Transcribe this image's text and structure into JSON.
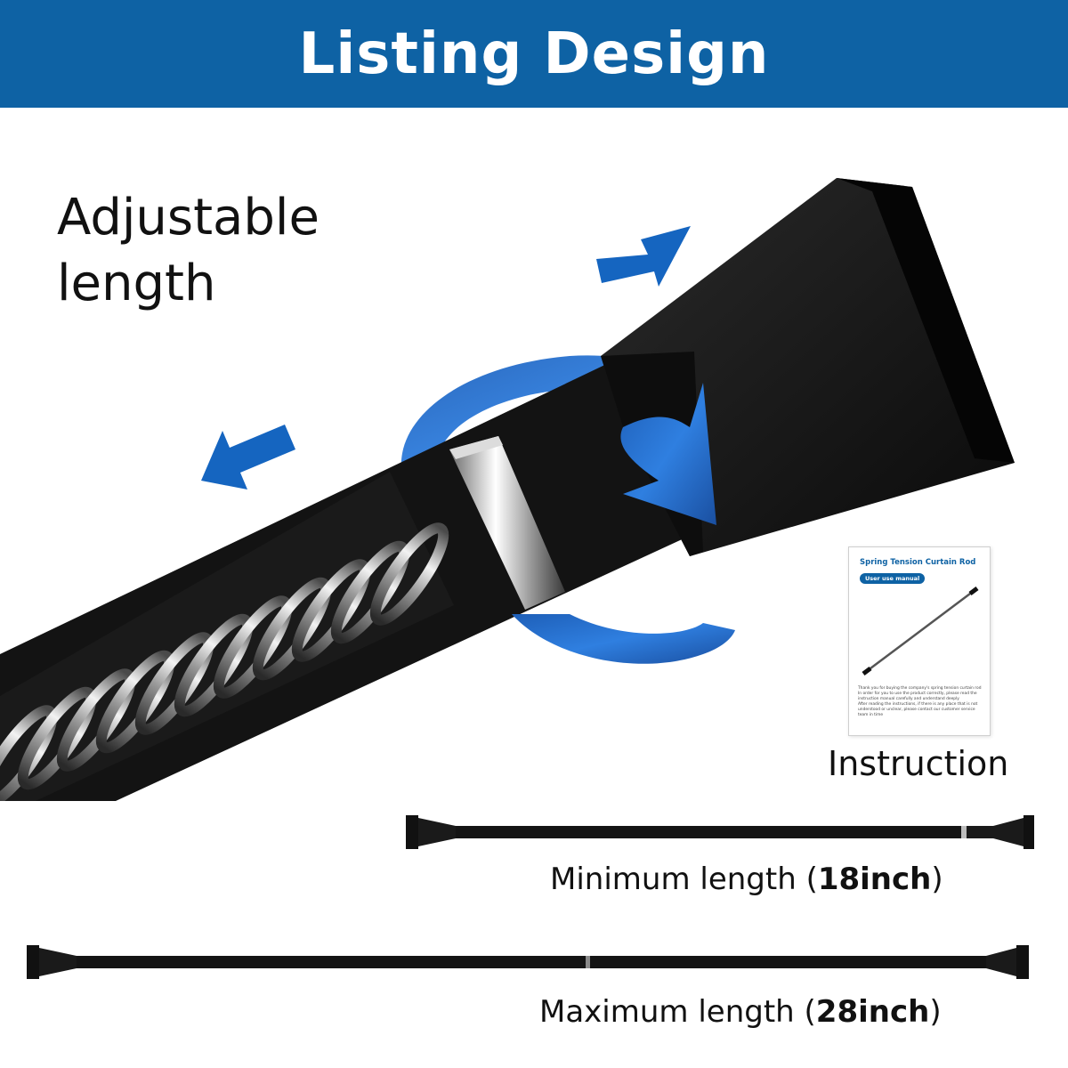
{
  "header": {
    "title": "Listing Design"
  },
  "feature": {
    "title": "Adjustable length"
  },
  "manual": {
    "title": "Spring Tension Curtain Rod",
    "badge": "User use manual",
    "notes": [
      "Thank you for buying the company's spring tension curtain rod",
      "In order for you to use the product correctly, please read the instruction manual carefully and understand deeply",
      "After reading the instructions, if there is any place that is not understood or unclear, please contact our customer service team in time"
    ]
  },
  "captions": {
    "instruction": "Instruction",
    "minimum": {
      "label": "Minimum length",
      "open": "(",
      "value": "18inch",
      "close": ")"
    },
    "maximum": {
      "label": "Maximum length",
      "open": "(",
      "value": "28inch",
      "close": ")"
    }
  },
  "colors": {
    "brand_blue": "#0e62a4",
    "arrow_blue": "#1565c0",
    "rod_black": "#141414"
  }
}
